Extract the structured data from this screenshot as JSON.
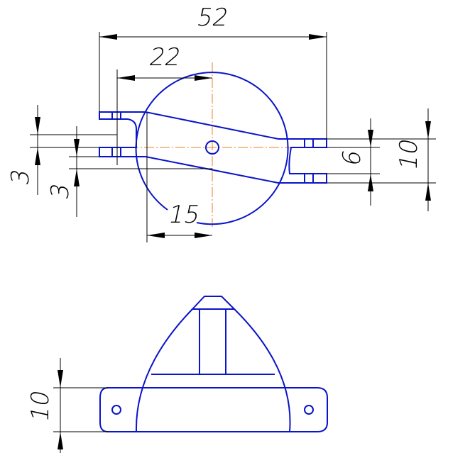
{
  "dimensions": {
    "overall_width": "52",
    "center_offset": "22",
    "body_offset": "15",
    "lug_gap_left_upper": "3",
    "lug_gap_left_lower": "3",
    "slot_width_right": "6",
    "total_height_right": "10",
    "plate_thickness": "10"
  },
  "colors": {
    "part": "#0a14c8",
    "centerline": "#e8822a",
    "dimension": "#000000"
  }
}
